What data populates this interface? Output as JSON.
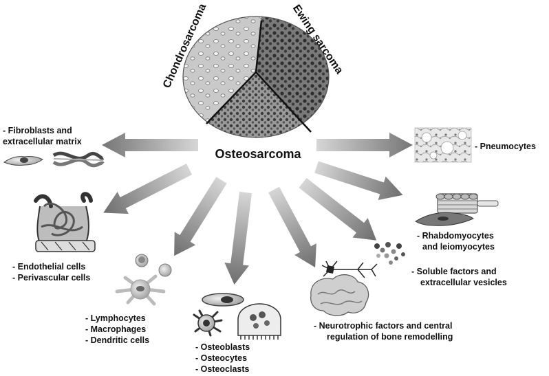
{
  "center": {
    "title": "Osteosarcoma",
    "tumor_types": [
      "Chondrosarcoma",
      "Ewing sarcoma"
    ]
  },
  "labels": {
    "fibroblasts": [
      "-  Fibroblasts and",
      "extracellular matrix"
    ],
    "pneumocytes": "- Pneumocytes",
    "endothelial": [
      "- Endothelial cells",
      "- Perivascular cells"
    ],
    "immune": [
      "-   Lymphocytes",
      "-   Macrophages",
      "-   Dendritic cells"
    ],
    "bone": [
      "-   Osteoblasts",
      "-   Osteocytes",
      "-   Osteoclasts"
    ],
    "neuro": [
      "-   Neurotrophic factors and central",
      "regulation of bone remodelling"
    ],
    "soluble": [
      "-   Soluble factors and",
      "extracellular vesicles"
    ],
    "muscle": [
      "- Rhabdomyocytes",
      "and leiomyocytes"
    ]
  },
  "colors": {
    "arrow_dark": "#6e6e6e",
    "arrow_light": "#d0d0d0",
    "text": "#111111",
    "cell_grey": "#888888"
  }
}
